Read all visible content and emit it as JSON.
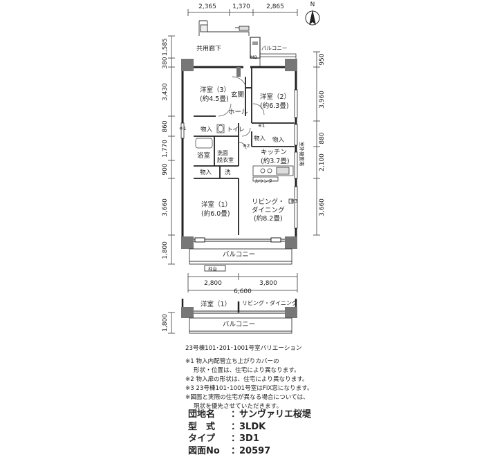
{
  "dims": {
    "top": [
      "2,365",
      "1,370",
      "2,865"
    ],
    "left": [
      "1,585",
      "380",
      "3,430",
      "860",
      "1,770",
      "900",
      "3,660",
      "1,800"
    ],
    "right": [
      "950",
      "3,960",
      "880",
      "2,100",
      "3,660"
    ],
    "bottom_parts": [
      "2,800",
      "3,800"
    ],
    "bottom_total": "6,600",
    "variant_left": "1,800"
  },
  "labels": {
    "corridor": "共用廊下",
    "balcony_top": "バルコニー",
    "mb": "MB",
    "room3": "洋室（3）",
    "room3_size": "(約4.5畳)",
    "entrance": "玄関",
    "room2": "洋室（2）",
    "room2_size": "(約6.3畳)",
    "hall": "ホール",
    "closet_a": "物入",
    "toilet": "トイレ",
    "closet_b": "物入",
    "outdoor_unit": "室外機置場",
    "bath": "浴室",
    "washroom": "洗面\n脱衣室",
    "kitchen": "キッチン",
    "kitchen_size": "(約3.7畳)",
    "closet_c": "物入",
    "wash": "洗",
    "counter": "カウンター",
    "room1": "洋室（1）",
    "room1_size": "(約6.0畳)",
    "living": "リビング・",
    "dining": "ダイニング",
    "living_size": "(約8.2畳)",
    "balcony_main": "バルコニー",
    "pillar": "柱台",
    "mark1": "※1",
    "mark1b": "※1",
    "mark2": "※2",
    "mark3": "※3",
    "variant_room1": "洋室（1）",
    "variant_living": "リビング・ダイニング",
    "variant_balcony": "バルコニー",
    "north": "N"
  },
  "notes": {
    "title": "23号棟101･201･1001号室バリエーション",
    "n1a": "※1 物入内配管立ち上がりカバーの",
    "n1b": "形状・位置は、住宅により異なります。",
    "n2": "※2 物入扉の形状は、住宅により異なります。",
    "n3": "※3 23号棟101･1001号室はFIX窓になります。",
    "n4a": "※図面と実際の住宅が異なる場合については、",
    "n4b": "現状を優先させていただきます。"
  },
  "info": {
    "name_label": "団地名",
    "name_value": "サンヴァリエ桜堤",
    "type_label": "型　式",
    "type_value": "3LDK",
    "kind_label": "タイプ",
    "kind_value": "3D1",
    "no_label": "図面No",
    "no_value": "20597"
  }
}
